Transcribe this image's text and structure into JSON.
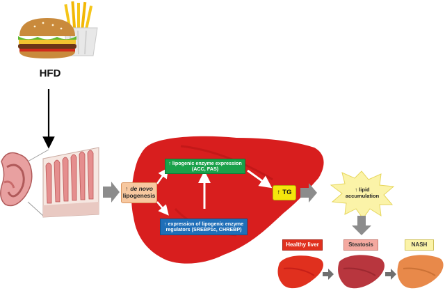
{
  "diet": {
    "label": "HFD"
  },
  "de_novo": {
    "arrow": "↑",
    "italic": "de novo",
    "rest": "lipogenesis"
  },
  "enzyme_expression": {
    "line1": "↑ lipogenic enzyme expression",
    "line2": "(ACC, FAS)"
  },
  "regulators": {
    "line1": "↑ expression of lipogenic enzyme",
    "line2": "regulators (SREBP1c, CHREBP)"
  },
  "tg": {
    "arrow": "↑",
    "text": "TG"
  },
  "lipid": {
    "line1": "↑ lipid",
    "line2": "accumulation"
  },
  "stages": [
    {
      "label": "Healthy liver",
      "color": "#e0301e"
    },
    {
      "label": "Steatosis",
      "color": "#f4a9a0"
    },
    {
      "label": "NASH",
      "color": "#fbf3a8"
    }
  ],
  "colors": {
    "liver": "#d81e1e",
    "enzyme_box": "#1aa14a",
    "regulator_box": "#1f6fb8",
    "tg_box": "#f5e60c",
    "de_novo_box": "#f7c8a0",
    "burst": "#fbf3a8"
  }
}
